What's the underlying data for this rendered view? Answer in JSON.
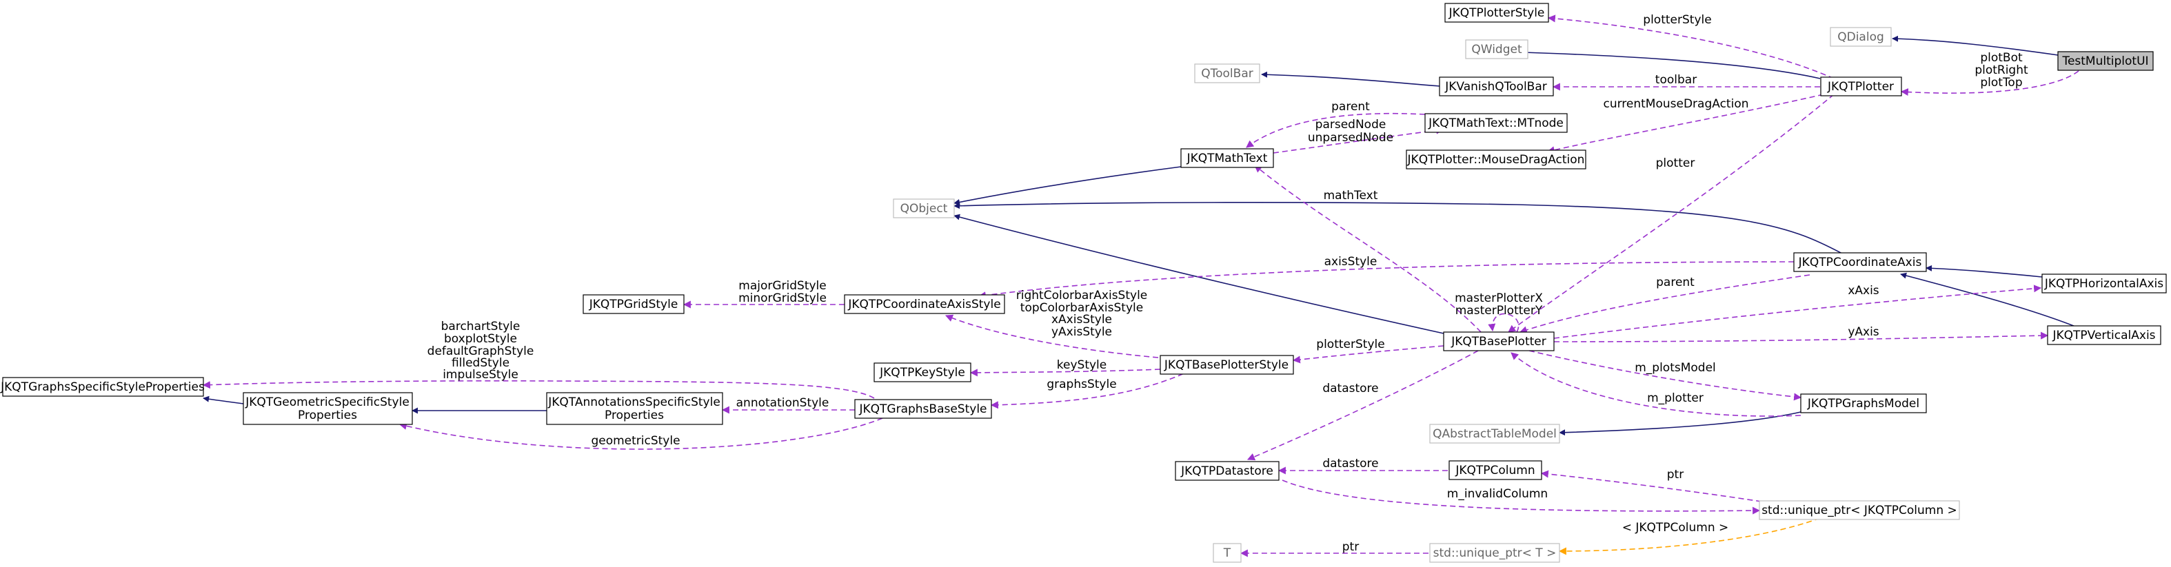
{
  "colors": {
    "inherit": "#191970",
    "usage": "#9a32cd",
    "template": "#ffa500",
    "node_border_defined": "#000000",
    "node_border_external": "#bfbfbf",
    "node_fill_focus": "#bfbfbf",
    "node_fill": "#ffffff",
    "external_text": "#666666"
  },
  "nodes": {
    "JKQTPlotterStyle": "JKQTPlotterStyle",
    "QDialog": "QDialog",
    "TestMultiplotUI": "TestMultiplotUI",
    "QWidget": "QWidget",
    "QToolBar": "QToolBar",
    "JKVanishQToolBar": "JKVanishQToolBar",
    "JKQTPlotter": "JKQTPlotter",
    "JKQTMathTextMTnode": "JKQTMathText::MTnode",
    "JKQTMathText": "JKQTMathText",
    "JKQTPlotterMouseDragAction": "JKQTPlotter::MouseDragAction",
    "QObject": "QObject",
    "JKQTPCoordinateAxis": "JKQTPCoordinateAxis",
    "JKQTPHorizontalAxis": "JKQTPHorizontalAxis",
    "JKQTPGridStyle": "JKQTPGridStyle",
    "JKQTPCoordinateAxisStyle": "JKQTPCoordinateAxisStyle",
    "JKQTBasePlotter": "JKQTBasePlotter",
    "JKQTPVerticalAxis": "JKQTPVerticalAxis",
    "JKQTPKeyStyle": "JKQTPKeyStyle",
    "JKQTBasePlotterStyle": "JKQTBasePlotterStyle",
    "JKQTGraphsSpecificStyleProperties": "JKQTGraphsSpecificStyleProperties",
    "JKQTGeometricSpecificStyleProperties_1": "JKQTGeometricSpecificStyle",
    "JKQTGeometricSpecificStyleProperties_2": "Properties",
    "JKQTAnnotationsSpecificStyleProperties_1": "JKQTAnnotationsSpecificStyle",
    "JKQTAnnotationsSpecificStyleProperties_2": "Properties",
    "JKQTGraphsBaseStyle": "JKQTGraphsBaseStyle",
    "JKQTPGraphsModel": "JKQTPGraphsModel",
    "QAbstractTableModel": "QAbstractTableModel",
    "JKQTPColumn": "JKQTPColumn",
    "JKQTPDatastore": "JKQTPDatastore",
    "unique_ptr_column": "std::unique_ptr< JKQTPColumn >",
    "T": "T",
    "unique_ptr_T": "std::unique_ptr< T >"
  },
  "edge_labels": {
    "plotterStyle_top": "plotterStyle",
    "toolbar": "toolbar",
    "currentMouseDragAction": "currentMouseDragAction",
    "plotBot": "plotBot",
    "plotRight": "plotRight",
    "plotTop": "plotTop",
    "parent_mathtext": "parent",
    "parsedNode": "parsedNode",
    "unparsedNode": "unparsedNode",
    "plotter": "plotter",
    "mathText": "mathText",
    "axisStyle": "axisStyle",
    "majorGridStyle": "majorGridStyle",
    "minorGridStyle": "minorGridStyle",
    "rightColorbarAxisStyle": "rightColorbarAxisStyle",
    "topColorbarAxisStyle": "topColorbarAxisStyle",
    "xAxisStyle": "xAxisStyle",
    "yAxisStyle": "yAxisStyle",
    "parent_axis": "parent",
    "xAxis": "xAxis",
    "yAxis": "yAxis",
    "masterPlotterX": "masterPlotterX",
    "masterPlotterY": "masterPlotterY",
    "plotterStyle_mid": "plotterStyle",
    "keyStyle": "keyStyle",
    "graphsStyle": "graphsStyle",
    "barchartStyle": "barchartStyle",
    "boxplotStyle": "boxplotStyle",
    "defaultGraphStyle": "defaultGraphStyle",
    "filledStyle": "filledStyle",
    "impulseStyle": "impulseStyle",
    "annotationStyle": "annotationStyle",
    "geometricStyle": "geometricStyle",
    "datastore_1": "datastore",
    "m_plotsModel": "m_plotsModel",
    "m_plotter": "m_plotter",
    "datastore_2": "datastore",
    "ptr_col": "ptr",
    "m_invalidColumn": "m_invalidColumn",
    "template_arg": "< JKQTPColumn >",
    "ptr_T": "ptr"
  }
}
